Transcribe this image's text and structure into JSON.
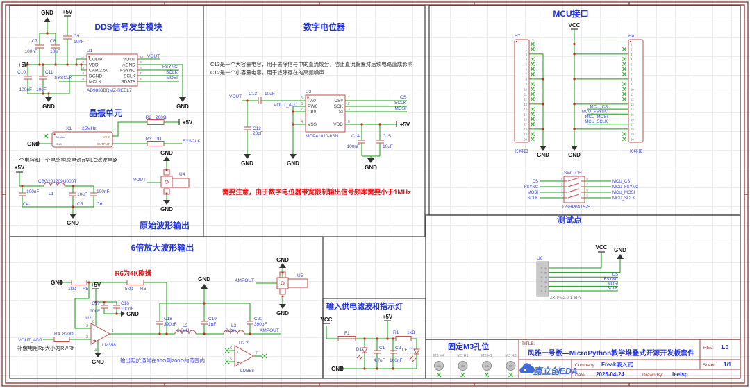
{
  "labels": {
    "gnd": "GND",
    "p5v": "+5V",
    "vcc": "VCC"
  },
  "dds": {
    "title": "DDS信号发生模块",
    "u1": {
      "ref": "U1",
      "part": "AD9833BRMZ-REEL7",
      "left_nums": [
        "1",
        "2",
        "3",
        "4",
        "5"
      ],
      "left_names": [
        "COMP",
        "VDD",
        "CAP/2.5V",
        "DGND",
        "MCLK"
      ],
      "right_nums": [
        "10",
        "9",
        "8",
        "7",
        "6"
      ],
      "right_names": [
        "VOUT",
        "AGND",
        "FSYNC",
        "SCLK",
        "SDATA"
      ]
    },
    "c7": {
      "ref": "C7",
      "val": "100nF"
    },
    "c8": {
      "ref": "C8",
      "val": "10uF"
    },
    "c9": {
      "ref": "C9",
      "val": "10nF"
    },
    "c10": {
      "ref": "C10",
      "val": "100nF"
    },
    "c11": {
      "ref": "C11",
      "val": "10uF"
    },
    "nets": {
      "sysclk": "SYSCLK",
      "vout": "VOUT",
      "fsync": "FSYNC",
      "sclk": "SCLK",
      "mosi": "MOSI"
    }
  },
  "xtal": {
    "title": "晶振单元",
    "x1": {
      "ref": "X1",
      "val": "25MHz",
      "pin_tl": "Tri-state",
      "pin_bl": "GND",
      "pin_tr": "VDD",
      "pin_br": "OUTPUT"
    },
    "r2": {
      "ref": "R2",
      "val": "200Ω"
    },
    "r3": {
      "ref": "R3",
      "val": "0Ω"
    },
    "sysclk": "SYSCLK",
    "note": "三个电容和一个电感构成电源π型LC滤波电路",
    "l1": {
      "ref": "L1",
      "part": "CBG201209U000T"
    },
    "c4": {
      "ref": "C4",
      "val": "100nF"
    },
    "c5": {
      "ref": "C5",
      "val": "10uF"
    },
    "c6": {
      "ref": "C6",
      "val": "100nF"
    },
    "u4": "U4",
    "vout": "VOUT",
    "out_title": "原始波形输出"
  },
  "digipot": {
    "title": "数字电位器",
    "note1": "C13是一个大容量电容，用于去除信号中的直流成分，防止直流偏置对后续电路造成影响",
    "note2": "C12是一个小容量电容，用于滤除存在的高频噪声",
    "warn": "需要注意，由于数字电位器带宽限制输出信号频率需要小于1MHz",
    "u3": {
      "ref": "U3",
      "part": "MCP41010-I/SN",
      "left_nums": [
        "5",
        "6",
        "7",
        "4"
      ],
      "left_names": [
        "PA0",
        "PW0",
        "PB0",
        "VSS"
      ],
      "right_nums": [
        "1",
        "2",
        "3",
        "8"
      ],
      "right_names": [
        "CS#",
        "SCK",
        "SI",
        "VDD"
      ]
    },
    "c12": {
      "ref": "C12",
      "val": "20pF"
    },
    "c13": {
      "ref": "C13",
      "val": "10uF"
    },
    "c14": {
      "ref": "C14",
      "val": "100nF"
    },
    "c15": {
      "ref": "C15",
      "val": "10uF"
    },
    "nets": {
      "vout": "VOUT",
      "vout_adj": "VOUT_ADJ",
      "cs": "CS",
      "sclk": "SCLK",
      "mosi": "MOSI"
    }
  },
  "mcu": {
    "title": "MCU接口",
    "h7": "H7",
    "h8": "H8",
    "pin_numbers": [
      "1",
      "2",
      "3",
      "4",
      "5",
      "6",
      "7",
      "8",
      "9",
      "10",
      "11",
      "12",
      "13",
      "14",
      "15",
      "16",
      "17",
      "18",
      "19",
      "20"
    ],
    "h7_nc": [
      1,
      2,
      4,
      5,
      6,
      7,
      9,
      10,
      11,
      12,
      14,
      15,
      16,
      17,
      19,
      20
    ],
    "h8_nc": [
      2,
      4,
      5,
      6,
      7,
      9,
      10,
      11,
      12,
      19,
      20
    ],
    "mcu_nets": [
      "MCU_CS",
      "MCU_FSYNC",
      "MCU_MOSI",
      "MCU_SCLK"
    ],
    "female": "长排母"
  },
  "sw": {
    "name": "SWITCH",
    "part": "DSHP04TS-S",
    "left_nets": [
      "CS",
      "FSYNC",
      "MOSI",
      "SCLK"
    ],
    "left_pins": [
      "1",
      "2",
      "3",
      "4"
    ],
    "right_pins": [
      "8",
      "7",
      "6",
      "5"
    ],
    "right_nets": [
      "MCU_CS",
      "MCU_FSYNC",
      "MCU_MOSI",
      "MCU_SCLK"
    ]
  },
  "testpoint": {
    "title": "测试点",
    "u6": "U6",
    "part": "ZX-PM2.0-1-6PY",
    "pins": [
      "6",
      "5",
      "4",
      "3",
      "2",
      "1"
    ],
    "nets": [
      "CS",
      "FSYNC",
      "MOSI",
      "SCLK"
    ]
  },
  "amp": {
    "title": "6倍放大波形输出",
    "note_r6": "R6为4K欧姆",
    "note_comp": "补偿电阻Rp大小为Ri//Rf",
    "note_imp": "输出阻抗通常在50Ω到200Ω的范围内",
    "r4": {
      "ref": "R4",
      "val": "820Ω"
    },
    "r5": {
      "ref": "R5",
      "val": "1kΩ"
    },
    "r6": {
      "ref": "R6",
      "val": "5kΩ"
    },
    "c16": {
      "ref": "C16",
      "val": "100nF"
    },
    "c17": {
      "ref": "C17",
      "val": "10uF"
    },
    "c18": {
      "ref": "C18",
      "val": "390pF"
    },
    "c19": {
      "ref": "C19",
      "val": "1nF"
    },
    "c20": {
      "ref": "C20",
      "val": "390pF"
    },
    "l2": {
      "ref": "L2",
      "val": "2.2uH"
    },
    "l3": {
      "ref": "L3",
      "val": "2.2uH"
    },
    "u2a": {
      "ref": "U2.1",
      "part": "LM358",
      "p1": "1",
      "p2": "2",
      "p3": "3",
      "p8": "8",
      "p4": "4",
      "plus": "+",
      "minus": "-"
    },
    "u2b": {
      "ref": "U2.2",
      "part": "LM358",
      "p5": "5",
      "p6": "6",
      "p7": "7",
      "plus": "+",
      "minus": "-"
    },
    "u5": "U5",
    "nets": {
      "vout_adj": "VOUT_ADJ",
      "ampout": "AMPOUT"
    }
  },
  "power": {
    "title": "输入供电滤波和指示灯",
    "f1": "F1",
    "d1": "D1",
    "led1": "LED1",
    "r1": {
      "ref": "R1",
      "val": "1kΩ"
    },
    "c1": {
      "ref": "C1",
      "val": "4.7uF"
    },
    "c2": {
      "ref": "C2",
      "val": "100nF"
    }
  },
  "m3": {
    "title": "固定M3孔位",
    "holes": [
      "M3  H4",
      "M3  H1",
      "M3  H2",
      "M3  H3"
    ],
    "marks": [
      "M3",
      "M3",
      "M3",
      "M3"
    ]
  },
  "titleblock": {
    "title_label": "TITLE:",
    "title": "风雅一号板—MicroPython教学堆叠式开源开发板套件",
    "rev_label": "REV:",
    "rev": "1.0",
    "company_label": "Company:",
    "company": "Freak嵌入式",
    "sheet_label": "Sheet:",
    "sheet": "1/1",
    "date_label": "Date:",
    "date": "2025-04-24",
    "drawn_label": "Drawn By:",
    "drawn": "leelsp",
    "logo": "嘉立创EDA"
  }
}
